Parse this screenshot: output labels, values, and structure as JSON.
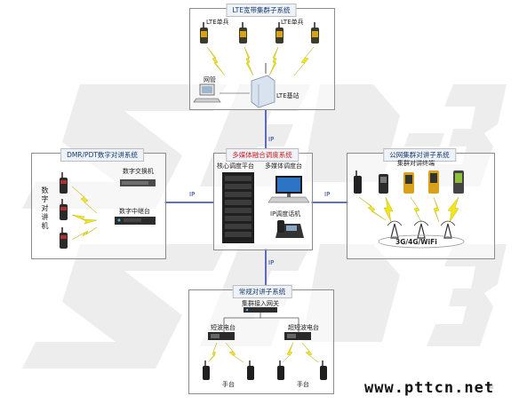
{
  "watermark": "ZED-3",
  "lte": {
    "title": "LTE宽带集群子系统",
    "soldier_label": "LTE单兵",
    "nms_label": "网管",
    "bs_label": "LTE基站"
  },
  "dmr": {
    "title": "DMR/PDT数字对讲系统",
    "switch_label": "数字交换机",
    "relay_label": "数字中继台",
    "radios_label": "数字对讲机"
  },
  "core": {
    "title": "多媒体融合调度系统",
    "platform_label": "核心调度平台",
    "console_label": "多媒体调度台",
    "phone_label": "IP调度话机"
  },
  "pub": {
    "title": "公网集群对讲子系统",
    "terminal_label": "集群对讲终端",
    "network_label": "3G/4G/WiFi"
  },
  "conv": {
    "title": "常规对讲子系统",
    "gateway_label": "集群接入网关",
    "sw_label": "短波电台",
    "usw_label": "超短波电台",
    "handheld_label": "手台"
  },
  "links": {
    "ip_label": "IP"
  },
  "footer": {
    "site": "www.pttcn.net"
  },
  "colors": {
    "link": "#2f3fb0",
    "lightning": "#f2e51a",
    "title_accent": "#d02020",
    "title_text": "#1b3a6b"
  }
}
